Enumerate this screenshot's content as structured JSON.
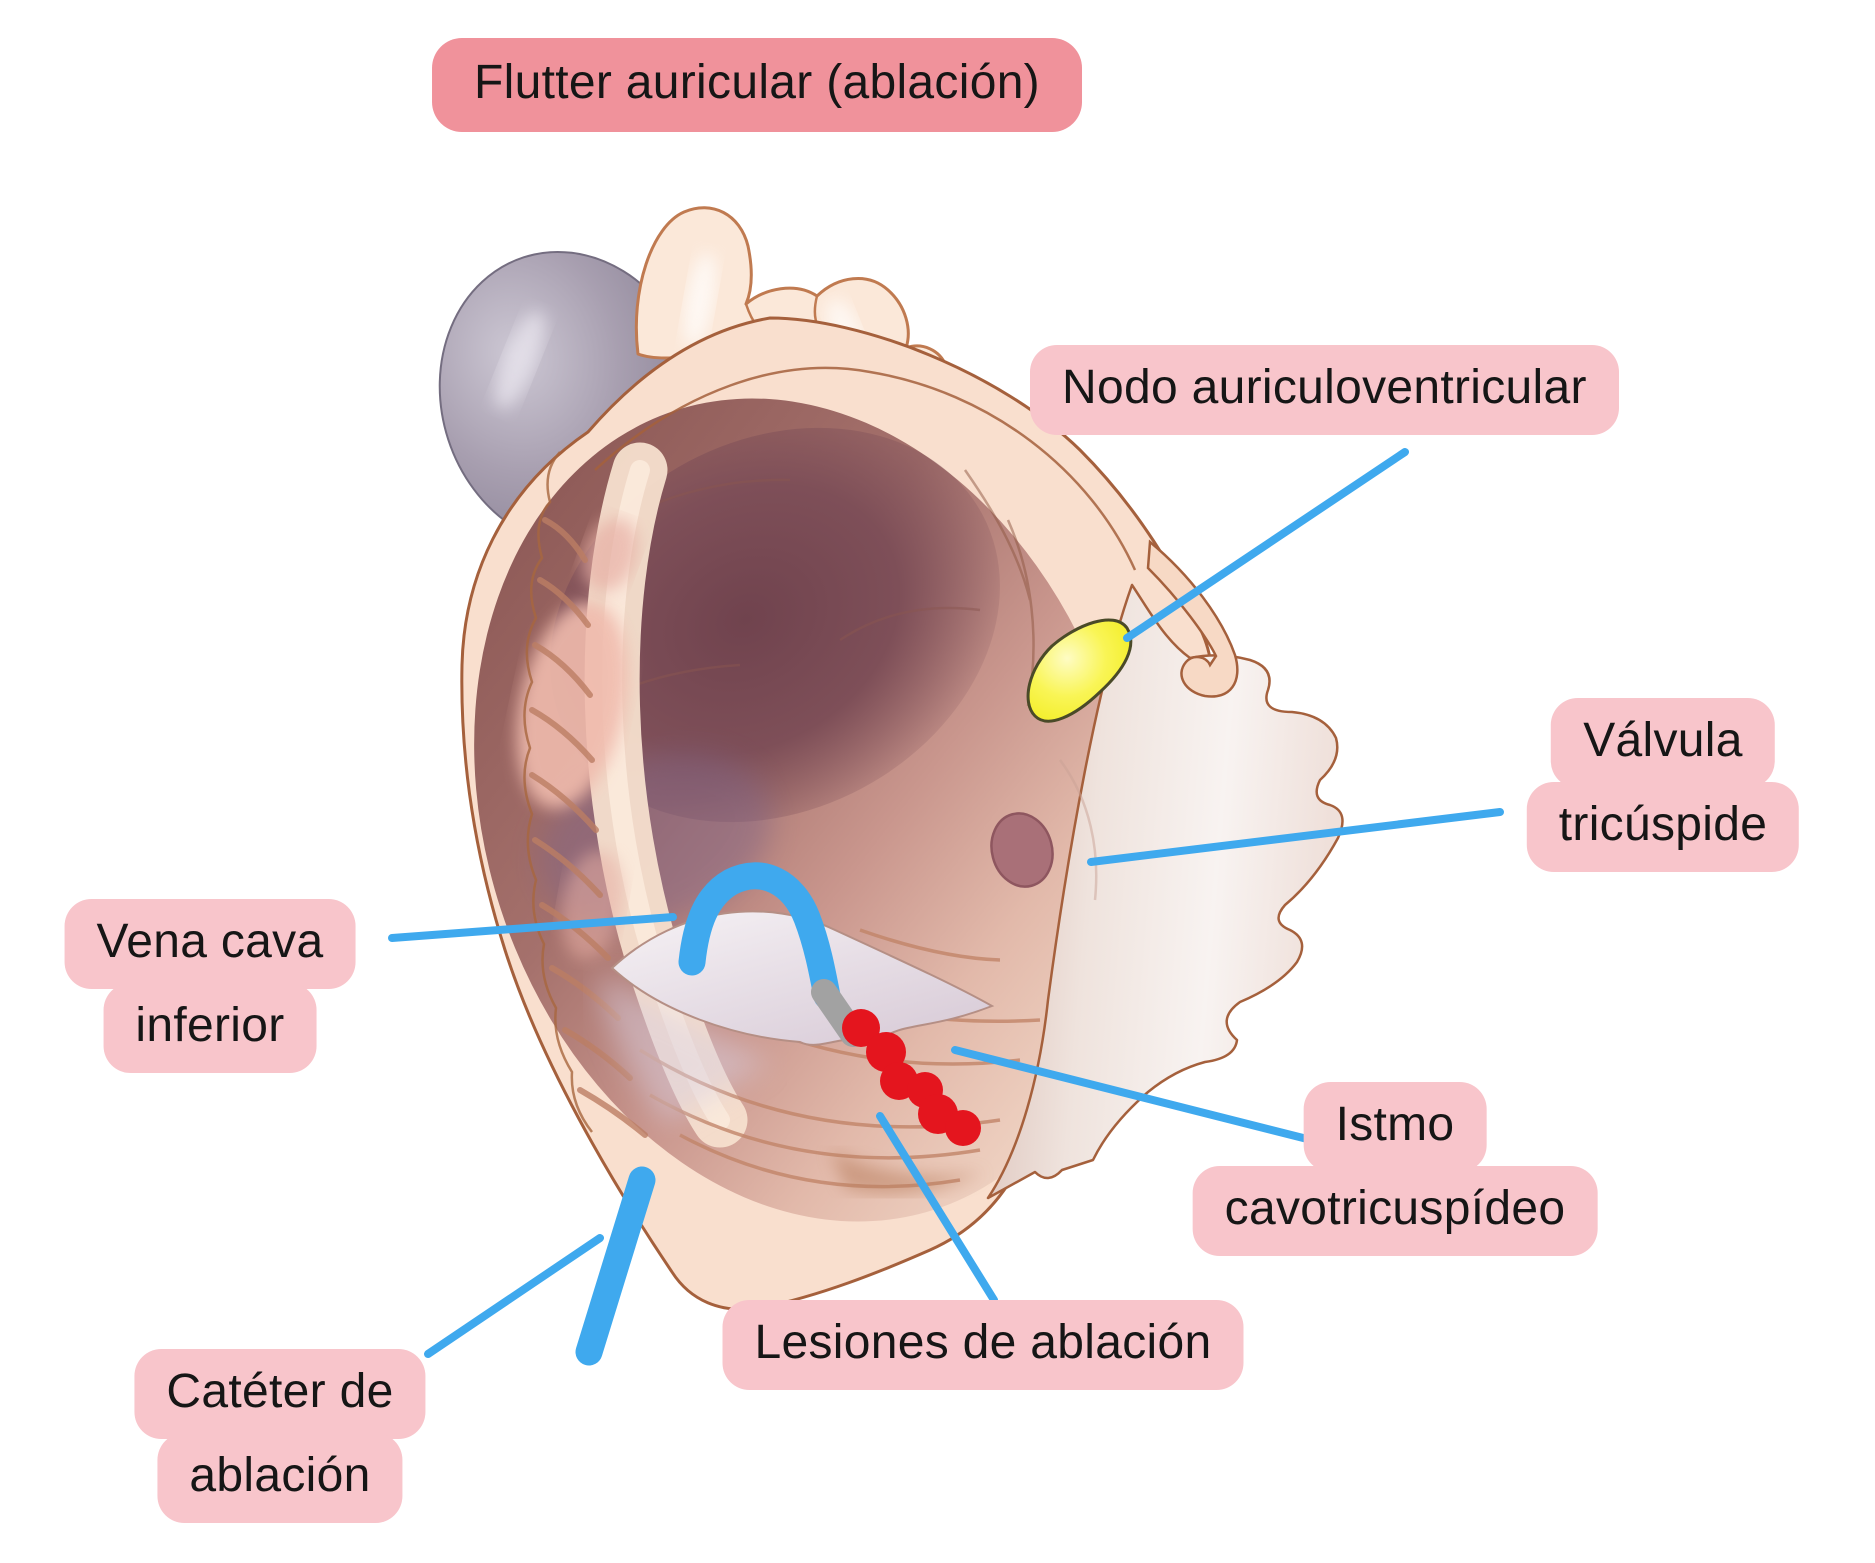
{
  "title": {
    "text": "Flutter auricular (ablación)"
  },
  "labels": [
    {
      "id": "av-node",
      "lines": [
        "Nodo auriculoventricular"
      ]
    },
    {
      "id": "tricuspid-valve",
      "lines": [
        "Válvula",
        "tricúspide"
      ]
    },
    {
      "id": "cavotricuspid-isthmus",
      "lines": [
        "Istmo",
        "cavotricuspídeo"
      ]
    },
    {
      "id": "ablation-lesions",
      "lines": [
        "Lesiones de ablación"
      ]
    },
    {
      "id": "ablation-catheter",
      "lines": [
        "Catéter de",
        "ablación"
      ]
    },
    {
      "id": "inferior-vena-cava",
      "lines": [
        "Vena cava",
        "inferior"
      ]
    }
  ],
  "colors": {
    "accent": "#3FA9EE",
    "pill": "#F8C5CB",
    "title-pill": "#F0929B",
    "lesion": "#E4151E",
    "catheter-tip": "#A2A2A2",
    "node-yellow": "#F2EC1F",
    "wall-peach": "#F9DFCE",
    "outline-brown": "#A5603C"
  }
}
